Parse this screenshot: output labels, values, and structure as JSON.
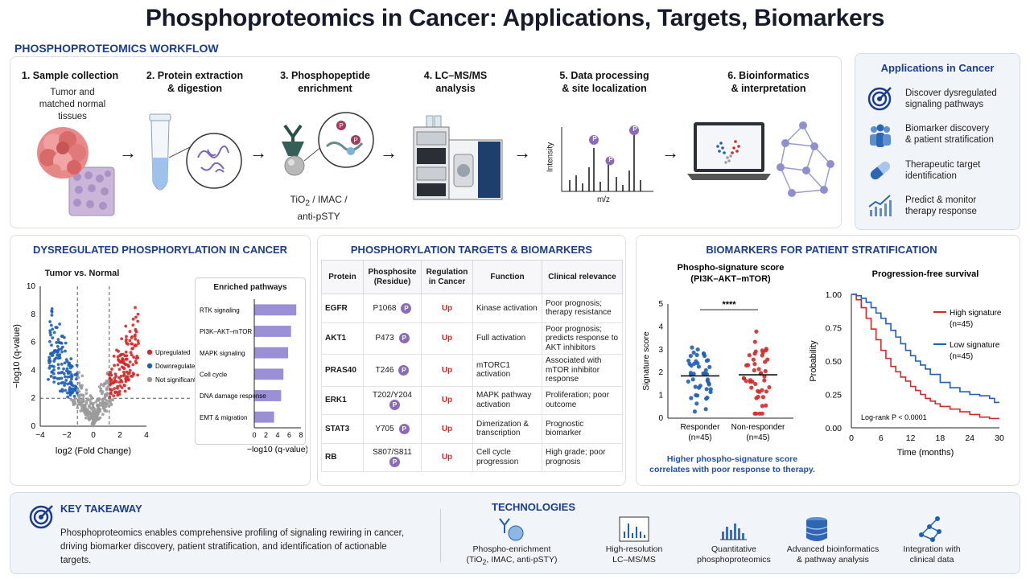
{
  "title": "Phosphoproteomics in Cancer: Applications, Targets, Biomarkers",
  "workflow": {
    "heading": "PHOSPHOPROTEOMICS WORKFLOW",
    "steps": [
      {
        "label_1": "1. Sample collection",
        "label_2": "",
        "sub_1": "Tumor and",
        "sub_2": "matched normal",
        "sub_3": "tissues"
      },
      {
        "label_1": "2. Protein extraction",
        "label_2": "& digestion"
      },
      {
        "label_1": "3. Phosphopeptide",
        "label_2": "enrichment",
        "sub_1": "TiO",
        "sub_sub": "2",
        "sub_rest": " / IMAC /",
        "sub_2": "anti-pSTY"
      },
      {
        "label_1": "4. LC–MS/MS",
        "label_2": "analysis"
      },
      {
        "label_1": "5. Data processing",
        "label_2": "& site localization",
        "x_axis": "m/z",
        "y_axis": "Intensity",
        "p": "P"
      },
      {
        "label_1": "6. Bioinformatics",
        "label_2": "& interpretation"
      }
    ],
    "arrow": "→",
    "p_badge": "P"
  },
  "applications": {
    "title": "Applications in Cancer",
    "items": [
      {
        "icon": "target-icon",
        "line_1": "Discover dysregulated",
        "line_2": "signaling pathways"
      },
      {
        "icon": "people-icon",
        "line_1": "Biomarker discovery",
        "line_2": "& patient stratification"
      },
      {
        "icon": "pill-icon",
        "line_1": "Therapeutic target",
        "line_2": "identification"
      },
      {
        "icon": "trend-chart-icon",
        "line_1": "Predict & monitor",
        "line_2": "therapy response"
      }
    ]
  },
  "dysregulated": {
    "title": "DYSREGULATED PHOSPHORYLATION IN CANCER",
    "volcano_title": "Tumor vs. Normal",
    "enriched_title": "Enriched pathways"
  },
  "targets": {
    "title": "PHOSPHORYLATION TARGETS & BIOMARKERS",
    "headers": [
      "Protein",
      "Phosphosite (Residue)",
      "Regulation in Cancer",
      "Function",
      "Clinical relevance"
    ],
    "badge": "P",
    "rows": [
      {
        "protein": "EGFR",
        "site": "P1068",
        "reg": "Up",
        "func": "Kinase activation",
        "clin": "Poor prognosis; therapy resistance"
      },
      {
        "protein": "AKT1",
        "site": "P473",
        "reg": "Up",
        "func": "Full activation",
        "clin": "Poor prognosis; predicts response to AKT inhibitors"
      },
      {
        "protein": "PRAS40",
        "site": "T246",
        "reg": "Up",
        "func": "mTORC1 activation",
        "clin": "Associated with mTOR inhibitor response"
      },
      {
        "protein": "ERK1",
        "site": "T202/Y204",
        "reg": "Up",
        "func": "MAPK pathway activation",
        "clin": "Proliferation; poor outcome"
      },
      {
        "protein": "STAT3",
        "site": "Y705",
        "reg": "Up",
        "func": "Dimerization & transcription",
        "clin": "Prognostic biomarker"
      },
      {
        "protein": "RB",
        "site": "S807/S811",
        "reg": "Up",
        "func": "Cell cycle progression",
        "clin": "High grade; poor prognosis"
      }
    ]
  },
  "stratification": {
    "title": "BIOMARKERS FOR PATIENT STRATIFICATION",
    "note_1": "Higher phospho-signature score",
    "note_2": "correlates with poor response to therapy."
  },
  "takeaway": {
    "heading": "KEY TAKEAWAY",
    "text": "Phosphoproteomics enables comprehensive profiling of signaling rewiring in cancer, driving biomarker discovery, patient stratification, and identification of actionable targets."
  },
  "technologies": {
    "heading": "TECHNOLOGIES",
    "items": [
      {
        "icon": "antibody-bead-icon",
        "line_1": "Phospho-enrichment",
        "line_2a": "(TiO",
        "line_2sub": "2",
        "line_2b": ", IMAC, anti-pSTY)"
      },
      {
        "icon": "spectrum-icon",
        "line_1": "High-resolution",
        "line_2": "LC–MS/MS"
      },
      {
        "icon": "bar-chart-icon",
        "line_1": "Quantitative",
        "line_2": "phosphoproteomics"
      },
      {
        "icon": "database-icon",
        "line_1": "Advanced bioinformatics",
        "line_2": "& pathway analysis"
      },
      {
        "icon": "network-icon",
        "line_1": "Integration with",
        "line_2": "clinical data"
      }
    ]
  },
  "colors": {
    "heading_blue": "#1a3d8f",
    "up_red": "#d12a2a",
    "down_blue": "#1f5fb5",
    "bar_purple": "#9b8fd6",
    "badge_purple": "#8b6bb8"
  },
  "chart_data": [
    {
      "type": "scatter",
      "title": "Tumor vs. Normal",
      "xlabel": "log2 (Fold Change)",
      "ylabel": "−log10 (q-value)",
      "xlim": [
        -4,
        4
      ],
      "ylim": [
        0,
        10
      ],
      "xticks": [
        "−4",
        "−2",
        "0",
        "2",
        "4"
      ],
      "yticks": [
        "0",
        "2",
        "4",
        "6",
        "8",
        "10"
      ],
      "thresholds": {
        "x": [
          -1.2,
          1.2
        ],
        "y": 2
      },
      "legend": [
        {
          "name": "Upregulated",
          "color": "#d12a2a"
        },
        {
          "name": "Downregulated",
          "color": "#1f5fb5"
        },
        {
          "name": "Not significant",
          "color": "#9a9a9a"
        }
      ],
      "legend_position": "right"
    },
    {
      "type": "bar",
      "orientation": "horizontal",
      "title": "Enriched pathways",
      "categories": [
        "RTK signaling",
        "PI3K–AKT–mTOR",
        "MAPK signaling",
        "Cell cycle",
        "DNA damage response",
        "EMT & migration"
      ],
      "values": [
        7.2,
        6.3,
        5.8,
        5.0,
        4.6,
        3.4
      ],
      "xlabel": "−log10 (q-value)",
      "xlim": [
        0,
        8
      ],
      "xticks": [
        "0",
        "2",
        "4",
        "6",
        "8"
      ]
    },
    {
      "type": "scatter",
      "title": "Phospho-signature score",
      "subtitle": "(PI3K–AKT–mTOR)",
      "ylabel": "Signature score",
      "categories": [
        "Responder",
        "Non-responder"
      ],
      "category_sub": [
        "(n=45)",
        "(n=45)"
      ],
      "medians": [
        1.85,
        1.9
      ],
      "ylim": [
        0,
        5
      ],
      "yticks": [
        "0",
        "1",
        "2",
        "3",
        "4",
        "5"
      ],
      "significance": "****"
    },
    {
      "type": "line",
      "title": "Progression-free survival",
      "xlabel": "Time (months)",
      "ylabel": "Probability",
      "xlim": [
        0,
        30
      ],
      "ylim": [
        0,
        1
      ],
      "xticks": [
        "0",
        "6",
        "12",
        "18",
        "24",
        "30"
      ],
      "yticks": [
        "0.00",
        "0.25",
        "0.50",
        "0.75",
        "1.00"
      ],
      "series": [
        {
          "name": "High signature",
          "n": "(n=45)",
          "color": "#d12a2a",
          "x": [
            0,
            1,
            2,
            3,
            4,
            5,
            6,
            7,
            8,
            9,
            10,
            11,
            12,
            13,
            14,
            15,
            16,
            17,
            18,
            20,
            22,
            24,
            26,
            28,
            30
          ],
          "y": [
            1.0,
            0.96,
            0.9,
            0.82,
            0.74,
            0.66,
            0.58,
            0.52,
            0.46,
            0.42,
            0.38,
            0.35,
            0.31,
            0.28,
            0.25,
            0.22,
            0.2,
            0.18,
            0.16,
            0.14,
            0.12,
            0.1,
            0.08,
            0.07,
            0.07
          ]
        },
        {
          "name": "Low signature",
          "n": "(n=45)",
          "color": "#1f5fb5",
          "x": [
            0,
            1,
            2,
            3,
            4,
            5,
            6,
            7,
            8,
            9,
            10,
            11,
            12,
            13,
            14,
            15,
            16,
            18,
            20,
            22,
            24,
            26,
            28,
            29,
            30
          ],
          "y": [
            1.0,
            0.99,
            0.97,
            0.94,
            0.9,
            0.86,
            0.82,
            0.78,
            0.73,
            0.68,
            0.63,
            0.58,
            0.54,
            0.5,
            0.47,
            0.44,
            0.4,
            0.34,
            0.3,
            0.27,
            0.25,
            0.24,
            0.22,
            0.19,
            0.19
          ]
        }
      ],
      "annotation": "Log-rank P < 0.0001"
    }
  ]
}
